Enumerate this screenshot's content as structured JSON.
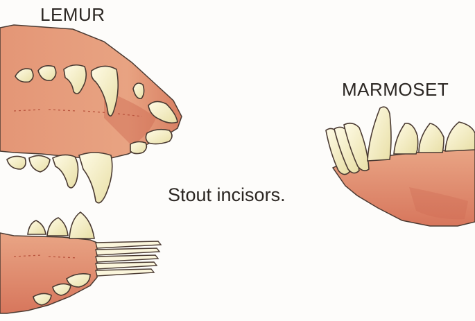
{
  "labels": {
    "lemur": "LEMUR",
    "marmoset": "MARMOSET",
    "caption": "Stout incisors."
  },
  "colors": {
    "background": "#fdfcfa",
    "gum": "#e69a7a",
    "gum_dark": "#cf6e55",
    "tooth": "#fbf6dc",
    "tooth_shade": "#e7dea8",
    "outline": "#4a3a32",
    "text": "#2b2622"
  }
}
